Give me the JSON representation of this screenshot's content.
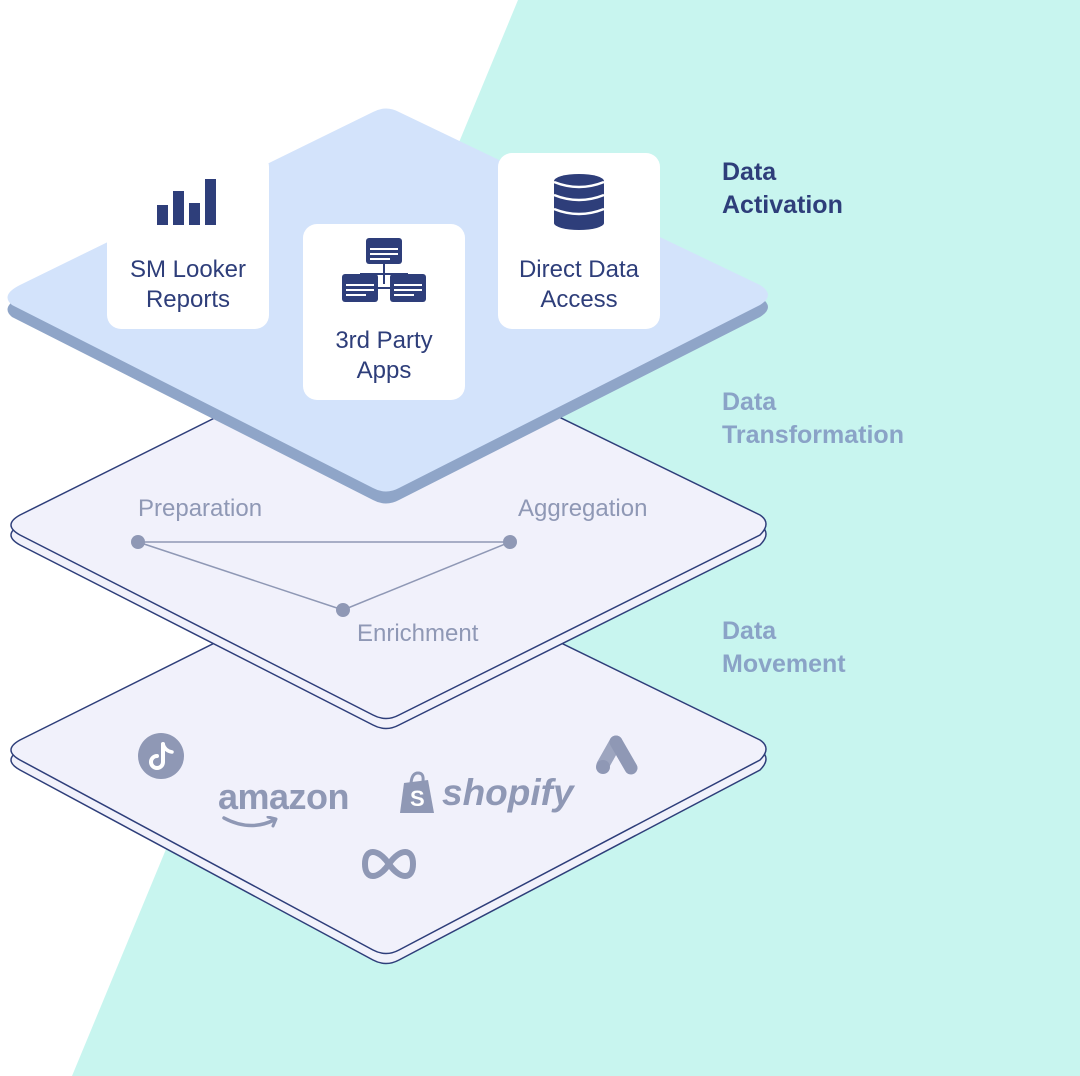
{
  "layers": {
    "activation": {
      "label_line1": "Data",
      "label_line2": "Activation"
    },
    "transformation": {
      "label_line1": "Data",
      "label_line2": "Transformation"
    },
    "movement": {
      "label_line1": "Data",
      "label_line2": "Movement"
    }
  },
  "activation_cards": [
    {
      "line1": "SM Looker",
      "line2": "Reports",
      "icon": "bar-chart-icon"
    },
    {
      "line1": "3rd Party",
      "line2": "Apps",
      "icon": "app-network-icon"
    },
    {
      "line1": "Direct Data",
      "line2": "Access",
      "icon": "database-icon"
    }
  ],
  "transformation_nodes": {
    "preparation": "Preparation",
    "aggregation": "Aggregation",
    "enrichment": "Enrichment"
  },
  "movement_sources": {
    "tiktok": "tiktok-logo",
    "amazon": "amazon",
    "shopify": "shopify",
    "google_ads": "google-ads-logo",
    "meta": "meta-logo"
  },
  "colors": {
    "background_accent": "#c8f5ef",
    "activation_surface": "#d3e3fb",
    "activation_edge": "#8fa5c8",
    "plane_surface": "#f1f1fb",
    "plane_outline": "#2e3e7a",
    "navy": "#2e3e7a",
    "muted": "#8f98b5"
  }
}
